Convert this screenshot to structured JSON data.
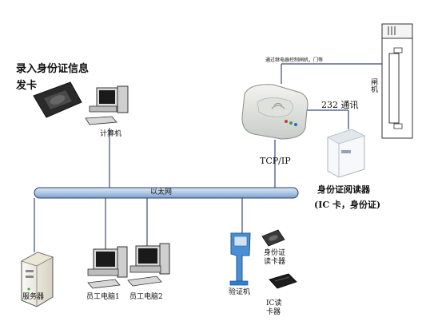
{
  "labels": {
    "enroll_id": "录入身份证信息",
    "issue_card": "发卡",
    "computer": "计算机",
    "control_note": "通过继电器控制闸机，门等",
    "gate": "闸机",
    "comm_232": "232 通讯",
    "tcpip": "TCP/IP",
    "id_reader": "身份证阅读器",
    "id_reader_sub": "(IC 卡，身份证)",
    "ethernet": "以太网",
    "server": "服务器",
    "staff_pc1": "员工电脑1",
    "staff_pc2": "员工电脑2",
    "verifier": "验证机",
    "id_card_reader_small": "身份证读卡器",
    "ic_reader": "IC读卡器"
  },
  "colors": {
    "bus_fill": "#aec8e6",
    "bus_stroke": "#2c3e6b",
    "line": "#3b4a7a",
    "device_body": "#e9ecec",
    "kiosk_blue": "#2f7fd0"
  }
}
